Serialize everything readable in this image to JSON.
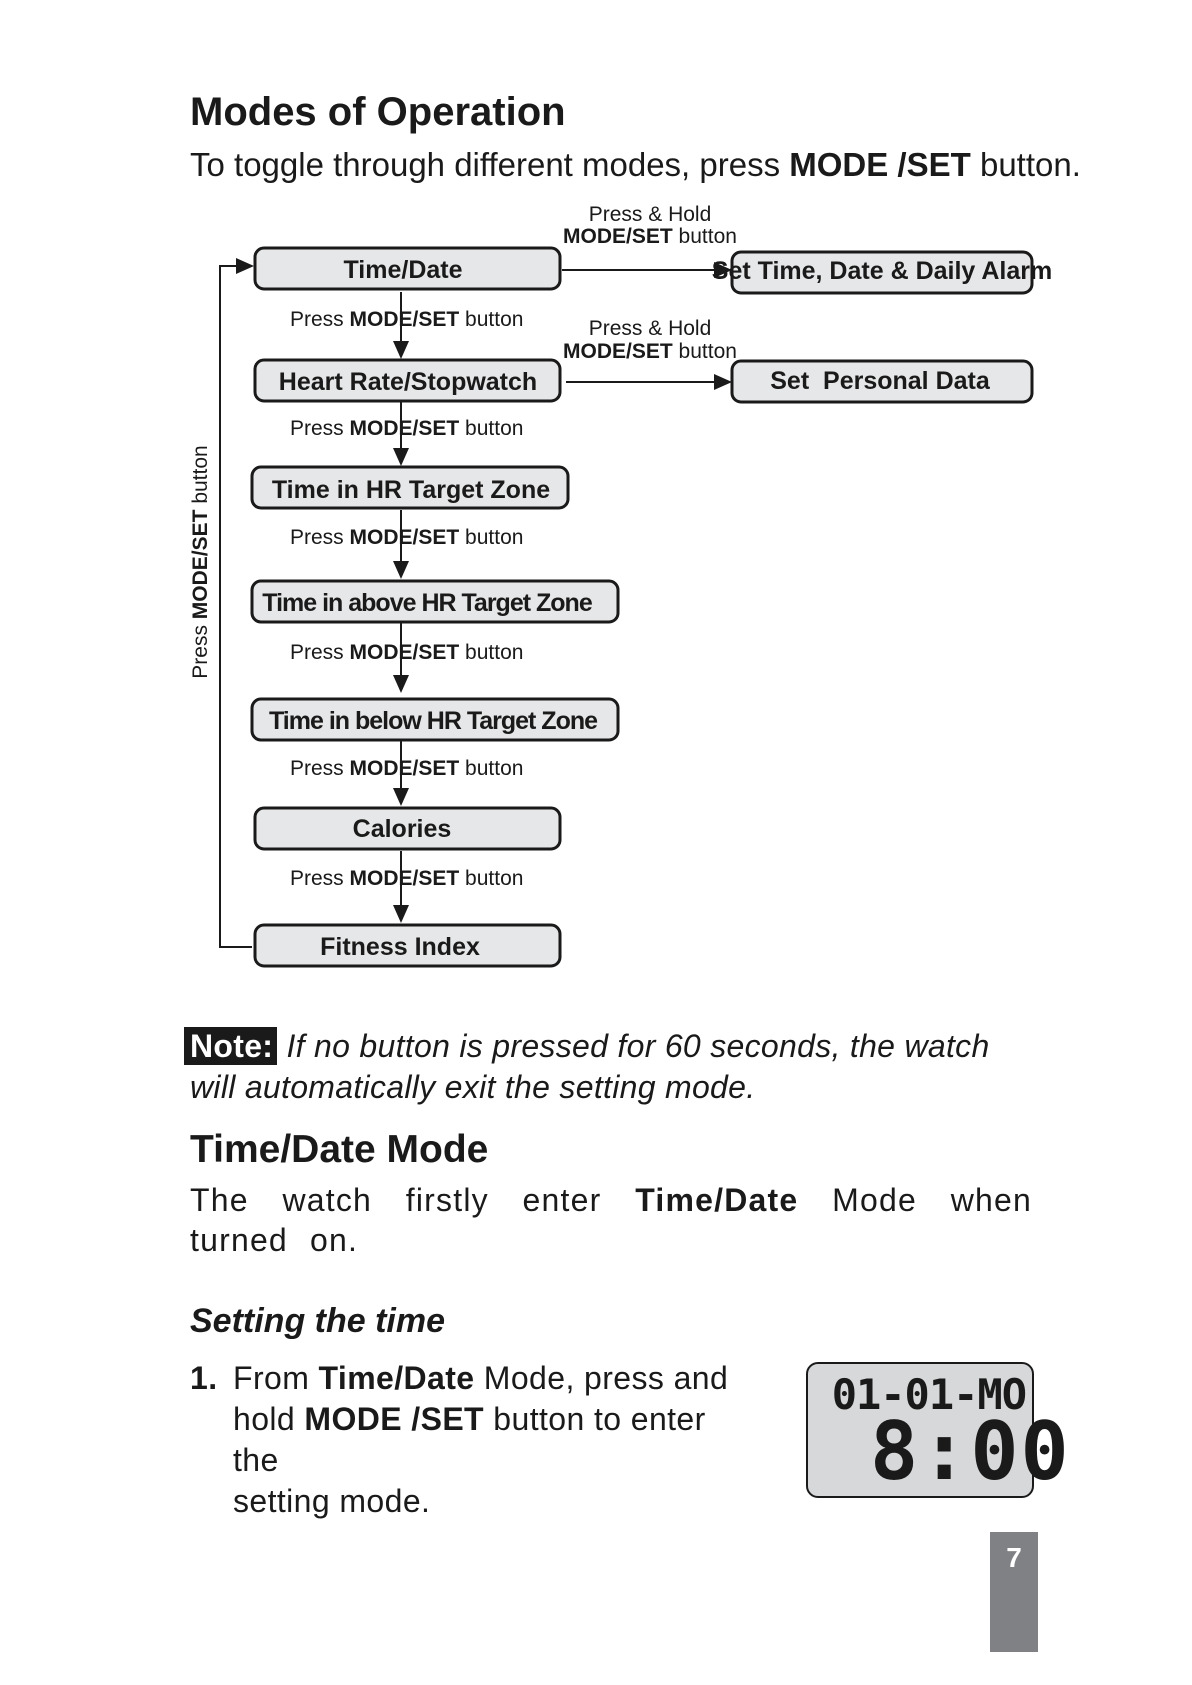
{
  "heading": "Modes of Operation",
  "intro": {
    "text_before": "To toggle through different modes, press ",
    "button": "MODE /SET",
    "text_after": " button."
  },
  "diagram": {
    "modes": [
      "Time/Date",
      "Heart Rate/Stopwatch",
      "Time in HR Target Zone",
      "Time in above HR Target Zone",
      "Time in below HR Target Zone",
      "Calories",
      "Fitness Index"
    ],
    "step": {
      "press": "Press ",
      "button": "MODE/SET",
      "suffix": " button"
    },
    "hold": {
      "line1": "Press & Hold",
      "button": "MODE/SET",
      "suffix": " button"
    },
    "settings": [
      "Set Time, Date & Daily Alarm",
      "Set  Personal Data"
    ],
    "loop": {
      "press": "Press ",
      "button": "MODE/SET",
      "suffix": " button"
    }
  },
  "note": {
    "label": "Note:",
    "text": " If no button is pressed for 60 seconds, the watch will automatically exit the setting mode."
  },
  "section": {
    "title": "Time/Date Mode",
    "para_before": "The watch firstly enter ",
    "para_bold": "Time/Date",
    "para_after": " Mode when turned on."
  },
  "subsection": {
    "title": "Setting the time",
    "step_number": "1.",
    "step_from": "From ",
    "step_mode": "Time/Date",
    "step_mid": " Mode, press and",
    "step_hold": "hold ",
    "step_button": "MODE /SET",
    "step_rest": " button to enter the",
    "step_end": "setting mode."
  },
  "lcd": {
    "top": "01-01-MO",
    "main": "8:00"
  },
  "page_number": "7"
}
